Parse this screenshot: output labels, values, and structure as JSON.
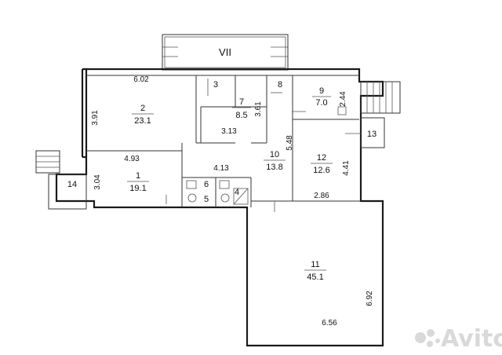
{
  "balcony": {
    "label": "VII"
  },
  "rooms": [
    {
      "id": "1",
      "number": "1",
      "area": "19.1"
    },
    {
      "id": "2",
      "number": "2",
      "area": "23.1"
    },
    {
      "id": "3",
      "number": "3",
      "area": ""
    },
    {
      "id": "4",
      "number": "4",
      "area": ""
    },
    {
      "id": "5",
      "number": "5",
      "area": ""
    },
    {
      "id": "6",
      "number": "6",
      "area": ""
    },
    {
      "id": "7",
      "number": "7",
      "area": "8.5"
    },
    {
      "id": "8",
      "number": "8",
      "area": ""
    },
    {
      "id": "9",
      "number": "9",
      "area": "7.0"
    },
    {
      "id": "10",
      "number": "10",
      "area": "13.8"
    },
    {
      "id": "11",
      "number": "11",
      "area": "45.1"
    },
    {
      "id": "12",
      "number": "12",
      "area": "12.6"
    },
    {
      "id": "13",
      "number": "13",
      "area": ""
    },
    {
      "id": "14",
      "number": "14",
      "area": ""
    }
  ],
  "dimensions": {
    "room2_width": "6.02",
    "room2_height": "3.91",
    "room7_height": "3.61",
    "room7_width": "3.13",
    "room9_height": "2.44",
    "room10_height": "5.48",
    "room1_width": "4.93",
    "room1_height": "3.04",
    "corridor_width": "4.13",
    "room12_height": "4.41",
    "room12_width": "2.86",
    "room11_height": "6.92",
    "room11_width": "6.56"
  },
  "watermark": {
    "text": "Avito"
  }
}
